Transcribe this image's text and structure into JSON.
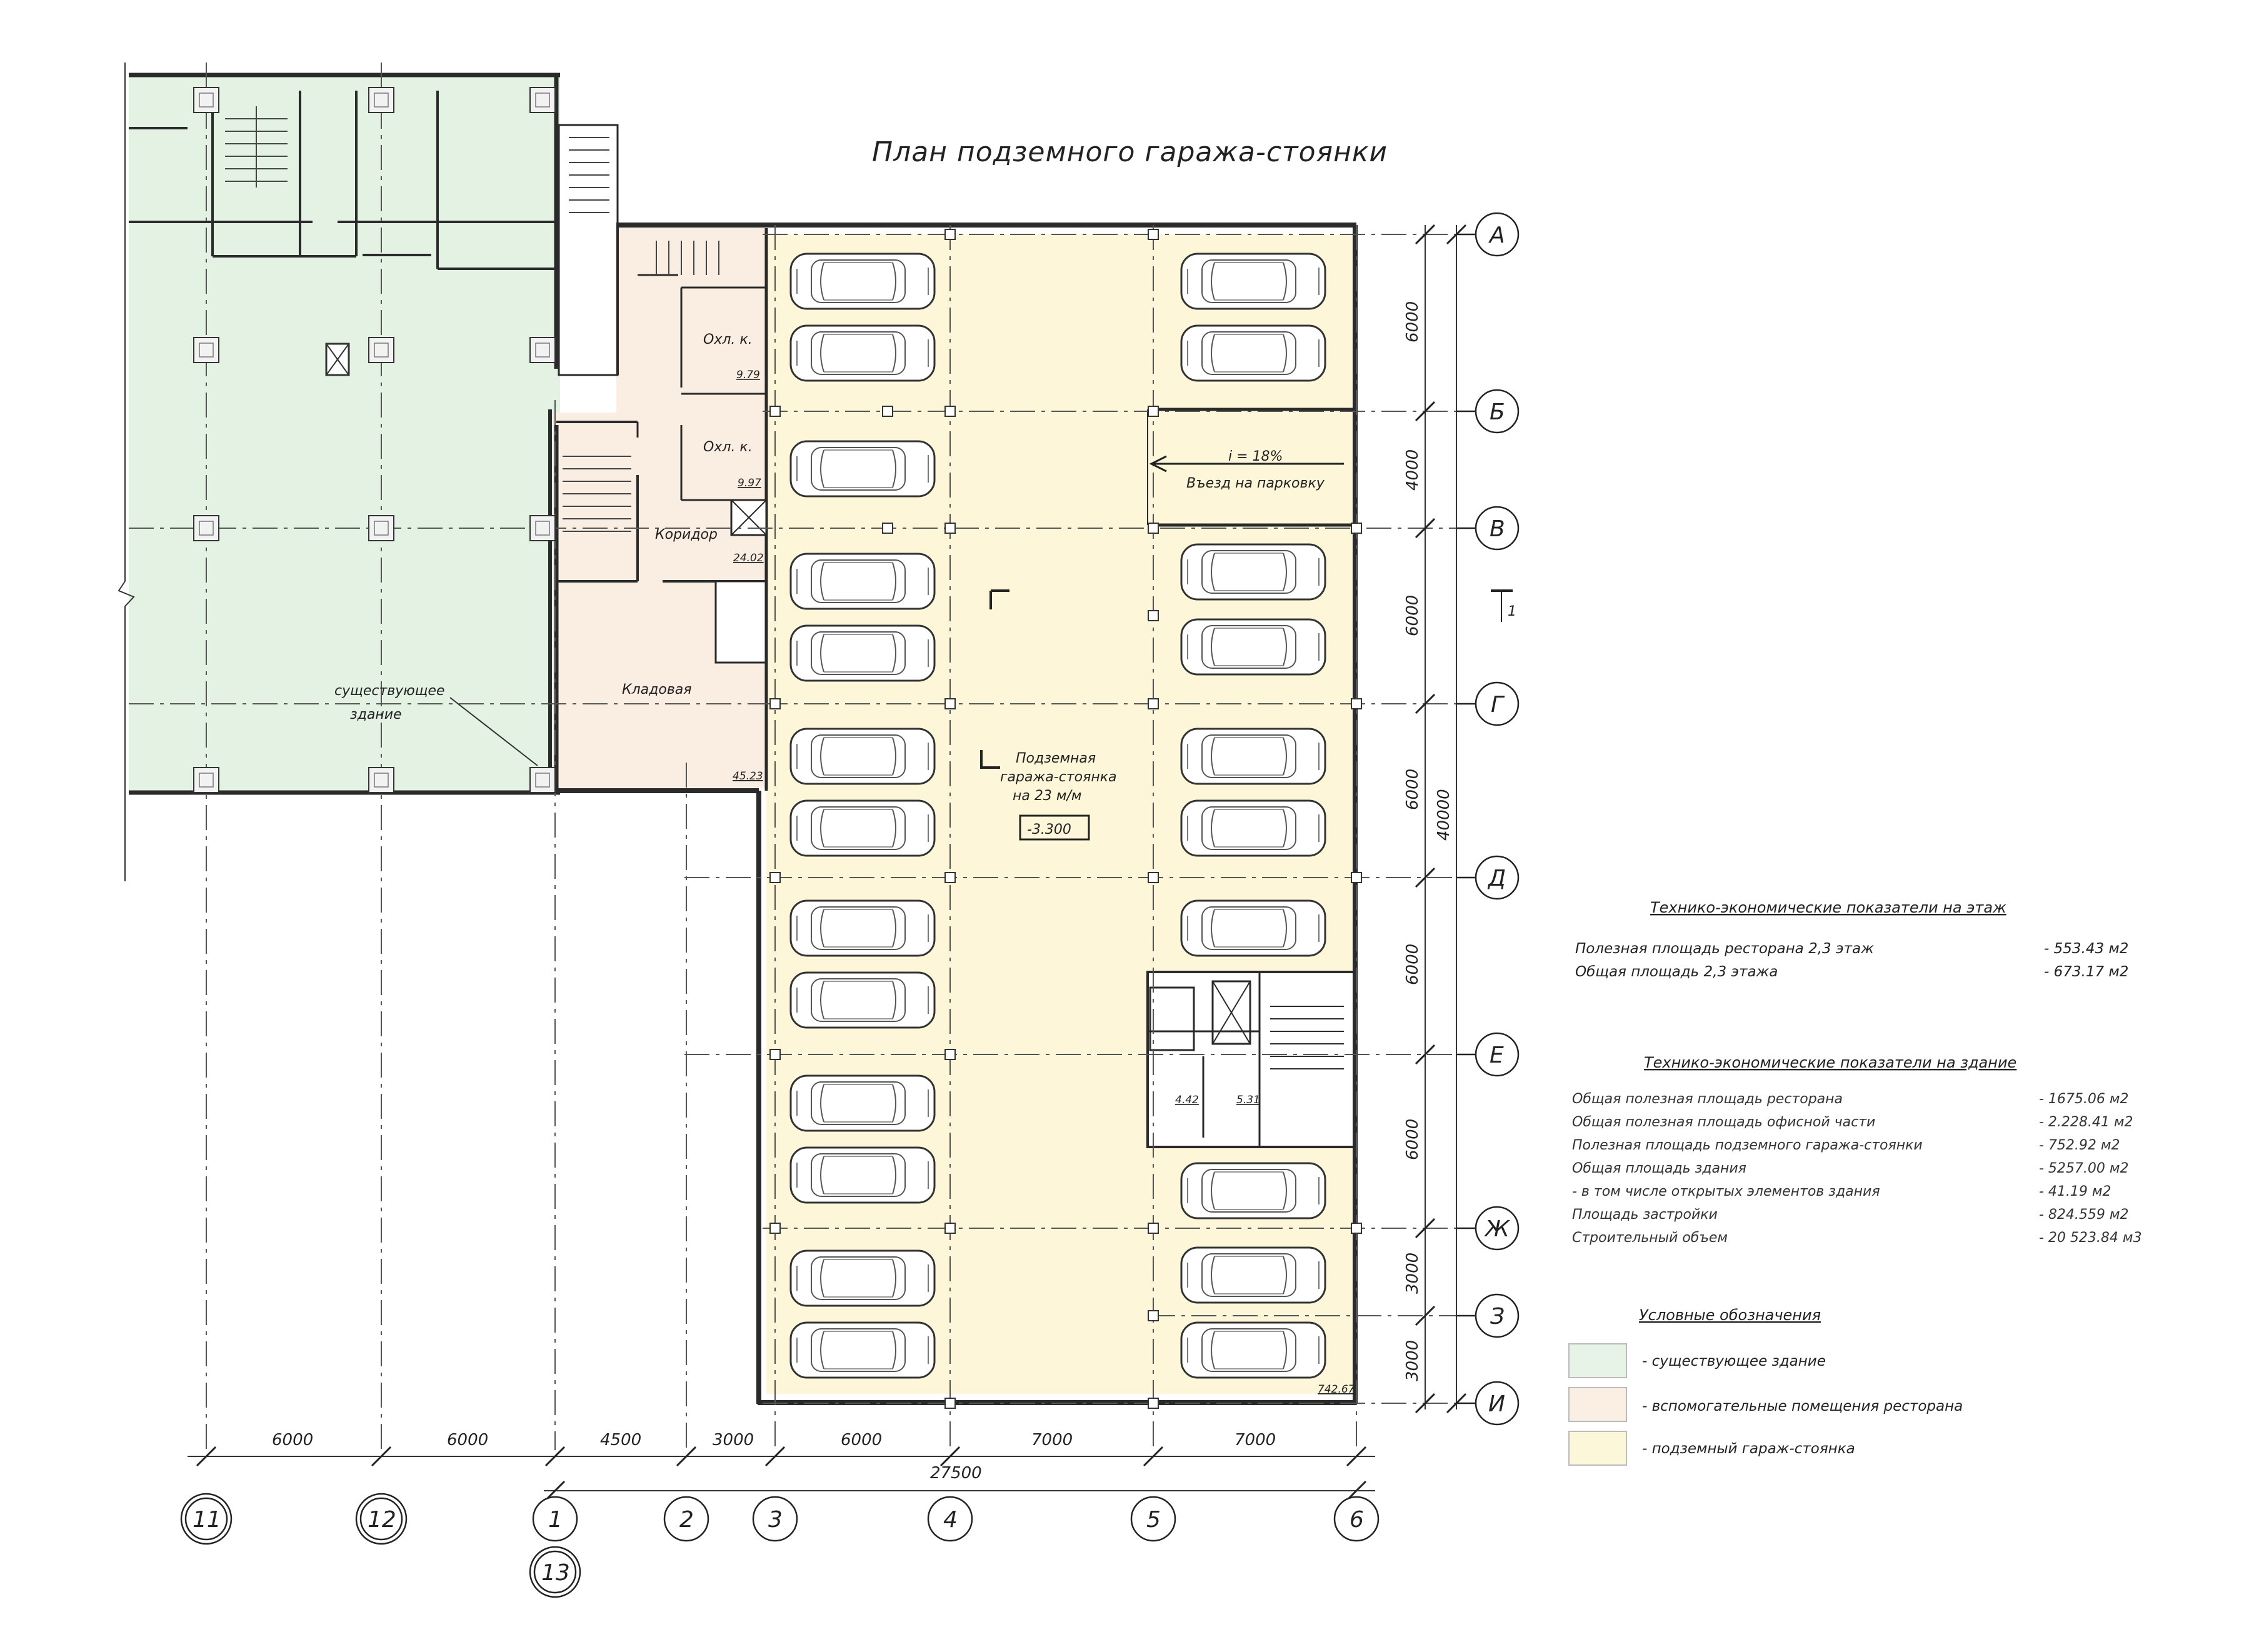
{
  "title": "План подземного гаража-стоянки",
  "rooms": {
    "existing_label_1": "существующее",
    "existing_label_2": "здание",
    "cold1": "Охл. к.",
    "cold1_area": "9.79",
    "cold2": "Охл. к.",
    "cold2_area": "9.97",
    "corridor": "Коридор",
    "corridor_area": "24.02",
    "storage": "Кладовая",
    "storage_area": "45.23",
    "garage_1": "Подземная",
    "garage_2": "гаража-стоянка",
    "garage_3": "на 23 м/м",
    "garage_level": "-3.300",
    "garage_area": "742.67",
    "ramp_slope": "i = 18%",
    "ramp_label": "Въезд на парковку",
    "small_room1_area": "4.42",
    "small_room2_area": "5.31",
    "section_mark": "1"
  },
  "axes_rows": [
    "А",
    "Б",
    "В",
    "Г",
    "Д",
    "Е",
    "Ж",
    "З",
    "И"
  ],
  "axes_cols": [
    "11",
    "12",
    "1",
    "2",
    "3",
    "4",
    "5",
    "6"
  ],
  "axis_extra": "13",
  "dims_bottom": [
    "6000",
    "6000",
    "4500",
    "3000",
    "6000",
    "7000",
    "7000"
  ],
  "dim_total_bottom": "27500",
  "dims_right": [
    "6000",
    "4000",
    "6000",
    "6000",
    "6000",
    "6000",
    "3000",
    "3000"
  ],
  "dim_total_right": "40000",
  "indicators_floor": {
    "heading": "Технико-экономические показатели на этаж",
    "rows": [
      {
        "label": "Полезная площадь ресторана 2,3 этаж",
        "value": "- 553.43 м2"
      },
      {
        "label": "Общая площадь 2,3 этажа",
        "value": "- 673.17 м2"
      }
    ]
  },
  "indicators_building": {
    "heading": "Технико-экономические показатели на здание",
    "rows": [
      {
        "label": "Общая полезная площадь ресторана",
        "value": "- 1675.06 м2"
      },
      {
        "label": "Общая полезная площадь офисной части",
        "value": "- 2.228.41 м2"
      },
      {
        "label": "Полезная площадь подземного гаража-стоянки",
        "value": "- 752.92 м2"
      },
      {
        "label": "Общая площадь здания",
        "value": "- 5257.00 м2"
      },
      {
        "label": "- в том числе открытых элементов здания",
        "value": "- 41.19 м2"
      },
      {
        "label": "Площадь застройки",
        "value": "- 824.559 м2"
      },
      {
        "label": "Строительный объем",
        "value": "- 20 523.84 м3"
      }
    ]
  },
  "legend": {
    "heading": "Условные обозначения",
    "items": [
      {
        "label": "- существующее здание",
        "color": "#e6f3e6"
      },
      {
        "label": "-  вспомогательные помещения ресторана",
        "color": "#fbeee2"
      },
      {
        "label": "-  подземный гараж-стоянка",
        "color": "#fdf7d9"
      }
    ]
  },
  "colors": {
    "existing": "#e3f2e3",
    "aux": "#faede1",
    "garage": "#fdf6d8",
    "line": "#2a2a2a"
  }
}
